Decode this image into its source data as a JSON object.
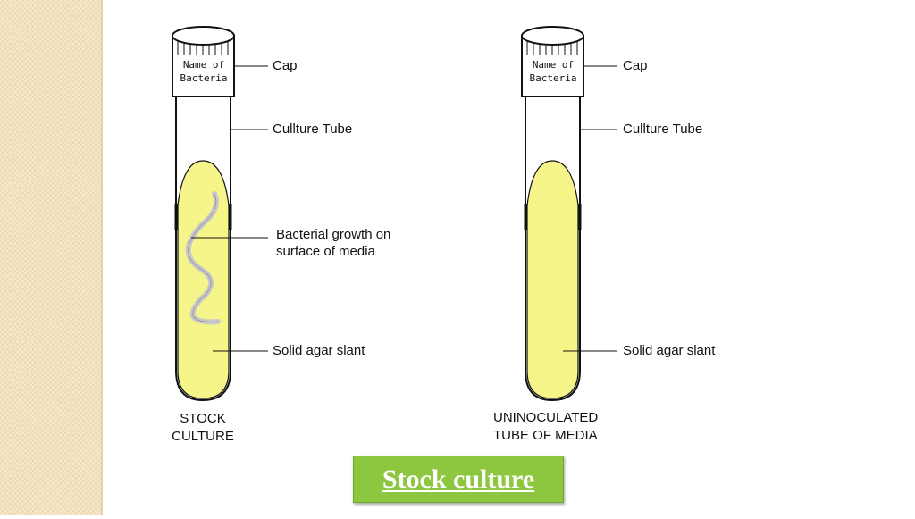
{
  "colors": {
    "agar": "#f6f58a",
    "growth": "#c8c8c8",
    "badge": "#8dc63f",
    "side_band": "#f6e9c9"
  },
  "tubes": [
    {
      "cap_text": [
        "Name of",
        "Bacteria"
      ],
      "labels": {
        "cap": "Cap",
        "tube": "Cullture Tube",
        "growth": [
          "Bacterial growth on",
          "surface of media"
        ],
        "agar": "Solid agar slant"
      },
      "caption": [
        "STOCK",
        "CULTURE"
      ]
    },
    {
      "cap_text": [
        "Name of",
        "Bacteria"
      ],
      "labels": {
        "cap": "Cap",
        "tube": "Cullture Tube",
        "agar": "Solid agar slant"
      },
      "caption": [
        "UNINOCULATED",
        "TUBE OF MEDIA"
      ]
    }
  ],
  "badge": {
    "text": "Stock culture"
  }
}
